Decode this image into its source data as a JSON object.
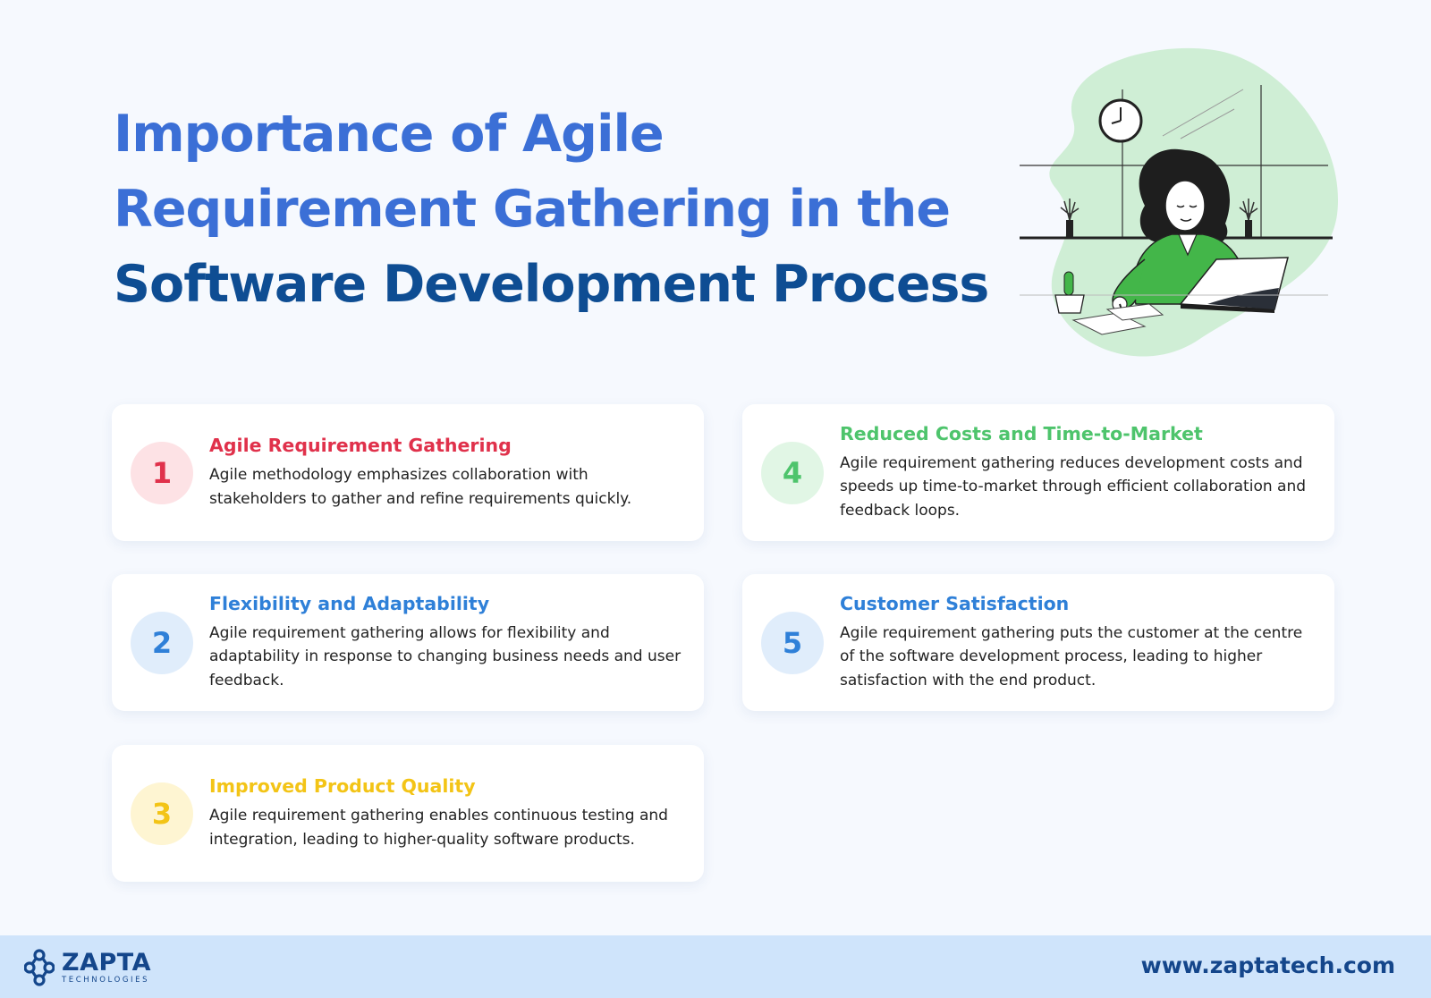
{
  "title": {
    "line1": "Importance of Agile",
    "line2": "Requirement Gathering in the",
    "line3": "Software Development Process"
  },
  "cards": [
    {
      "number": "1",
      "title": "Agile Requirement Gathering",
      "body": "Agile methodology emphasizes collaboration with stakeholders to gather and refine requirements quickly.",
      "color": "#e0314b",
      "circle_color": "#fde2e5"
    },
    {
      "number": "2",
      "title": "Flexibility and Adaptability",
      "body": "Agile requirement gathering allows for flexibility and adaptability in response to changing business needs and user feedback.",
      "color": "#2f80d8",
      "circle_color": "#e0edfb"
    },
    {
      "number": "3",
      "title": "Improved Product Quality",
      "body": "Agile requirement gathering enables continuous testing and integration, leading to higher-quality software products.",
      "color": "#f3c416",
      "circle_color": "#fef5d2"
    },
    {
      "number": "4",
      "title": "Reduced Costs and Time-to-Market",
      "body": "Agile requirement gathering reduces development costs and speeds up time-to-market through efficient collaboration and feedback loops.",
      "color": "#4ec46c",
      "circle_color": "#e1f6e5"
    },
    {
      "number": "5",
      "title": "Customer Satisfaction",
      "body": "Agile requirement gathering puts the customer at the centre of the software development process, leading to higher satisfaction with the end product.",
      "color": "#2f80d8",
      "circle_color": "#e0edfb"
    }
  ],
  "footer": {
    "logo_name": "ZAPTA",
    "logo_sub": "TECHNOLOGIES",
    "website": "www.zaptatech.com"
  },
  "illustration": {
    "icon": "woman-working-at-desk-illustration",
    "blob_color": "#cfeed5",
    "shirt_color": "#43b649"
  }
}
